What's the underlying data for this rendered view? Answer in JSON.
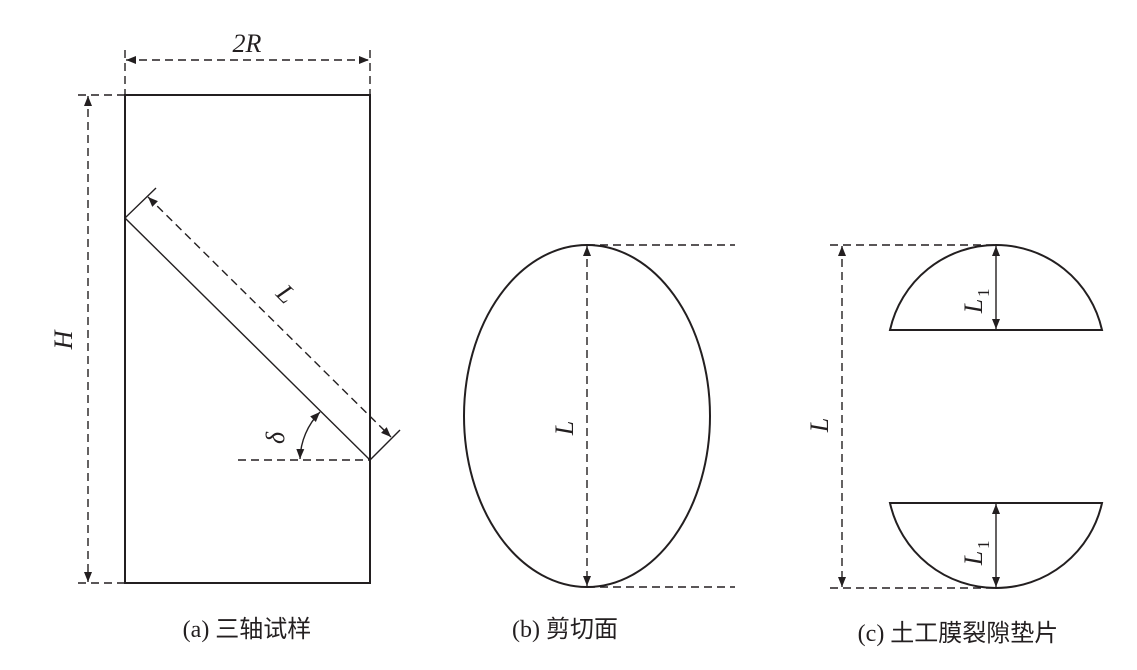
{
  "panels": {
    "a": {
      "caption": "(a) 三轴试样",
      "width_label": "2R",
      "height_label": "H",
      "length_label": "L",
      "angle_label": "δ"
    },
    "b": {
      "caption": "(b) 剪切面",
      "length_label": "L"
    },
    "c": {
      "caption": "(c) 土工膜裂隙垫片",
      "length_label": "L",
      "segment_label": "L",
      "segment_sub": "1"
    }
  },
  "colors": {
    "ink": "#231f20"
  }
}
